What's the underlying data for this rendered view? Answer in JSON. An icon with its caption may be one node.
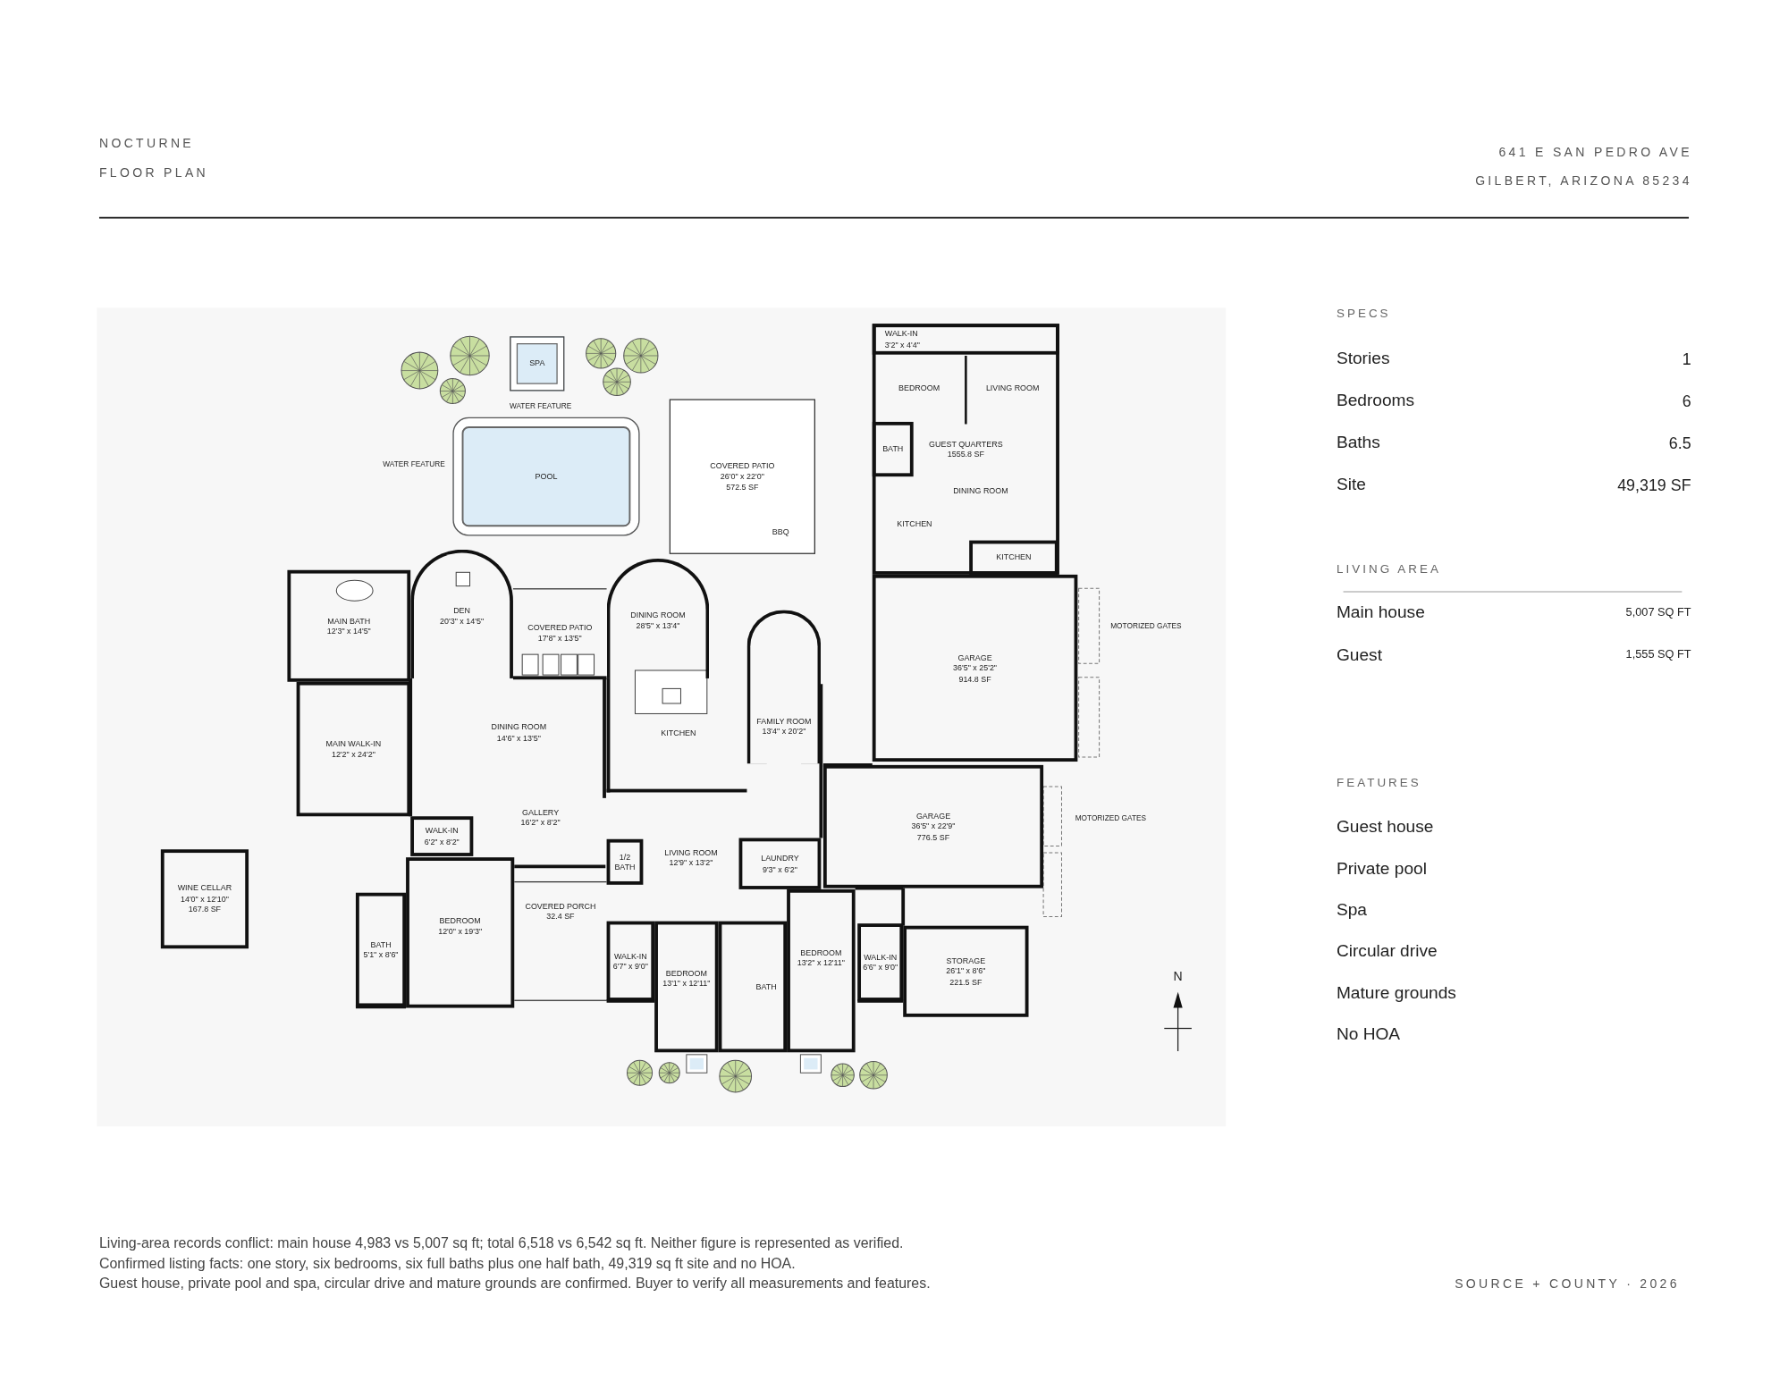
{
  "diagram": {
    "title": "NOCTURNE",
    "nodes": [
      {
        "text": [
          "SPA"
        ]
      },
      {
        "text": [
          "GUEST QUARTERS",
          "1555.8 SF"
        ]
      },
      {
        "text": [
          "WALK-IN",
          "3'2\" x 4'4\""
        ],
        "in": 1
      },
      {
        "text": [
          "BEDROOM"
        ],
        "in": 1
      },
      {
        "text": [
          "LIVING ROOM"
        ],
        "in": 1
      },
      {
        "text": [
          "POOL"
        ]
      },
      {
        "text": [
          "COVERED PATIO",
          "26'0\" x 22'0\"",
          "572.5 SF",
          "BBQ"
        ]
      },
      {
        "text": [
          "BATH"
        ],
        "in": 1
      },
      {
        "text": [
          "DINING ROOM"
        ],
        "in": 1
      },
      {
        "text": [
          "KITCHEN"
        ],
        "in": 1
      },
      {
        "text": [
          "KITCHEN"
        ],
        "in": 1
      },
      {
        "text": [
          "MAIN BATH",
          "12'3\" x 14'5\""
        ]
      },
      {
        "text": [
          "DEN",
          "20'3\" x 14'5\""
        ]
      },
      {
        "text": [
          "COVERED PATIO",
          "17'8\" x 13'5\""
        ]
      },
      {
        "text": [
          "DINING ROOM",
          "28'5\" x 13'4\""
        ]
      },
      {
        "text": [
          "GARAGE",
          "36'5\" x 25'2\"",
          "914.8 SF"
        ]
      },
      {
        "text": [
          "FAMILY ROOM",
          "13'4\" x 20'2\""
        ]
      },
      {
        "text": [
          "MAIN WALK-IN",
          "12'2\" x 24'2\""
        ]
      },
      {
        "text": [
          "DINING ROOM",
          "14'6\" x 13'5\""
        ]
      },
      {
        "text": [
          "KITCHEN"
        ]
      },
      {
        "text": [
          "GALLERY",
          "16'2\" x 8'2\""
        ]
      },
      {
        "text": [
          "WALK-IN",
          "6'2\" x 8'2\""
        ]
      },
      {
        "text": [
          "GARAGE",
          "36'5\" x 22'9\"",
          "776.5 SF"
        ]
      },
      {
        "text": [
          "1/2 BATH"
        ]
      },
      {
        "text": [
          "LIVING ROOM",
          "12'9\" x 13'2\""
        ]
      },
      {
        "text": [
          "LAUNDRY",
          "9'3\" x 6'2\""
        ]
      },
      {
        "text": [
          "WINE CELLAR",
          "14'0\" x 12'10\"",
          "167.8 SF"
        ]
      },
      {
        "text": [
          "BATH",
          "5'1\" x 8'6\""
        ]
      },
      {
        "text": [
          "BEDROOM",
          "12'0\" x 19'3\""
        ]
      },
      {
        "text": [
          "COVERED PORCH",
          "32.4 SF"
        ]
      },
      {
        "text": [
          "WALK-IN",
          "6'7\" x 9'0\""
        ]
      },
      {
        "text": [
          "BEDROOM",
          "13'1\" x 12'11\""
        ]
      },
      {
        "text": [
          "BATH"
        ]
      },
      {
        "text": [
          "BEDROOM",
          "13'2\" x 12'11\""
        ]
      },
      {
        "text": [
          "WALK-IN",
          "6'6\" x 9'0\""
        ]
      },
      {
        "text": [
          "STORAGE",
          "26'1\" x 8'6\"",
          "221.5 SF"
        ]
      }
    ],
    "labels": [
      "FLOOR PLAN",
      "641 E SAN PEDRO AVE",
      "GILBERT, ARIZONA 85234",
      "WATER FEATURE",
      "WATER FEATURE",
      "MOTORIZED GATES",
      "MOTORIZED GATES",
      "N",
      "SPECS",
      "Stories",
      "1",
      "Bedrooms",
      "6",
      "Baths",
      "6.5",
      "Site",
      "49,319 SF",
      "LIVING AREA",
      "Main house",
      "5,007 SQ FT",
      "Guest",
      "1,555 SQ FT",
      "FEATURES",
      "Guest house",
      "Private pool",
      "Spa",
      "Circular drive",
      "Mature grounds",
      "No HOA",
      "Living-area records conflict: main house 4,983 vs 5,007 sq ft; total 6,518 vs 6,542 sq ft. Neither figure is represented as verified.",
      "Confirmed listing facts: one story, six bedrooms, six full baths plus one half bath, 49,319 sq ft site and no HOA.",
      "Guest house, private pool and spa, circular drive and mature grounds are confirmed. Buyer to verify all measurements and features.",
      "SOURCE + COUNTY · 2026"
    ]
  }
}
